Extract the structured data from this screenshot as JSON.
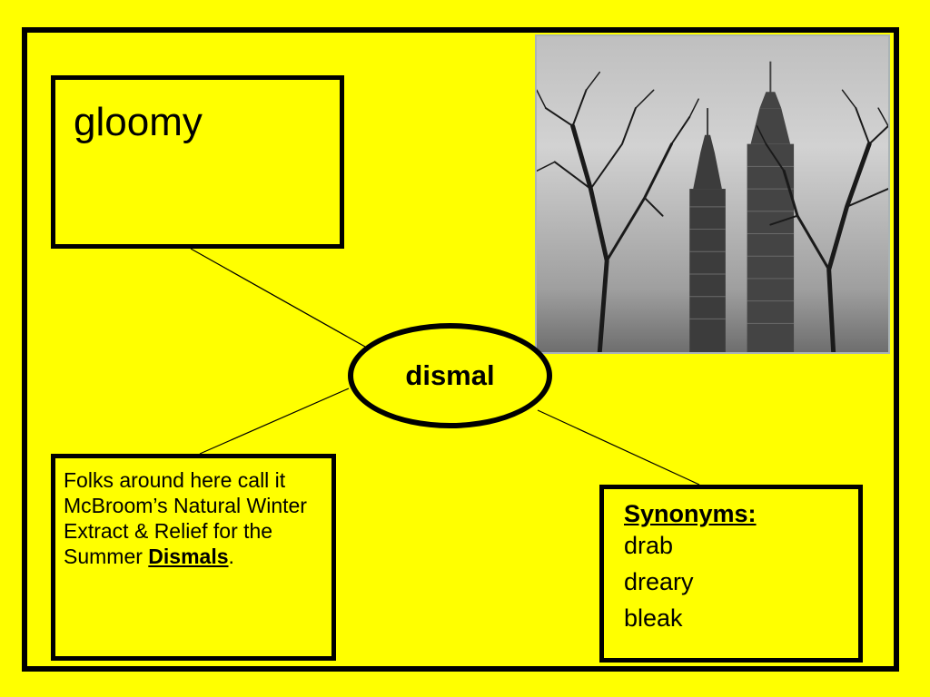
{
  "center": {
    "word": "dismal"
  },
  "definition_box": {
    "word": "gloomy"
  },
  "sentence_box": {
    "text_before": "Folks around here call it McBroom’s Natural Winter Extract & Relief for the Summer ",
    "emphasis": "Dismals",
    "text_after": "."
  },
  "synonyms_box": {
    "heading": "Synonyms:",
    "items": [
      "drab",
      "dreary",
      "bleak"
    ]
  },
  "colors": {
    "background": "#ffff00",
    "border": "#000000"
  },
  "photo": {
    "subject": "twin-towers-with-bare-trees"
  }
}
